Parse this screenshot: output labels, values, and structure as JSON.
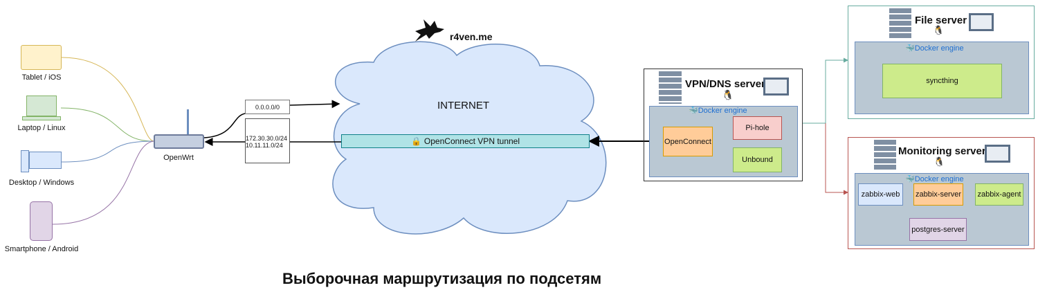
{
  "devices": [
    {
      "label": "Tablet / iOS",
      "color": "#d6b656"
    },
    {
      "label": "Laptop / Linux",
      "color": "#82b366"
    },
    {
      "label": "Desktop / Windows",
      "color": "#6c8ebf"
    },
    {
      "label": "Smartphone / Android",
      "color": "#9673a6"
    }
  ],
  "router": {
    "label": "OpenWrt"
  },
  "routes": {
    "default": "0.0.0.0/0",
    "subnets": [
      "172.30.30.0/24",
      "10.11.11.0/24"
    ]
  },
  "brand": {
    "name": "r4ven.me"
  },
  "internet": {
    "label": "INTERNET",
    "tunnel": "OpenConnect VPN tunnel"
  },
  "vpn_server": {
    "title": "VPN/DNS server",
    "docker": "Docker engine",
    "openconnect": "OpenConnect",
    "pihole": "Pi-hole",
    "unbound": "Unbound"
  },
  "file_server": {
    "title": "File server",
    "docker": "Docker engine",
    "syncthing": "syncthing"
  },
  "monitoring_server": {
    "title": "Monitoring server",
    "docker": "Docker engine",
    "web": "zabbix-web",
    "server": "zabbix-server",
    "agent": "zabbix-agent",
    "db": "postgres-server"
  },
  "caption": "Выборочная маршрутизация по подсетям"
}
